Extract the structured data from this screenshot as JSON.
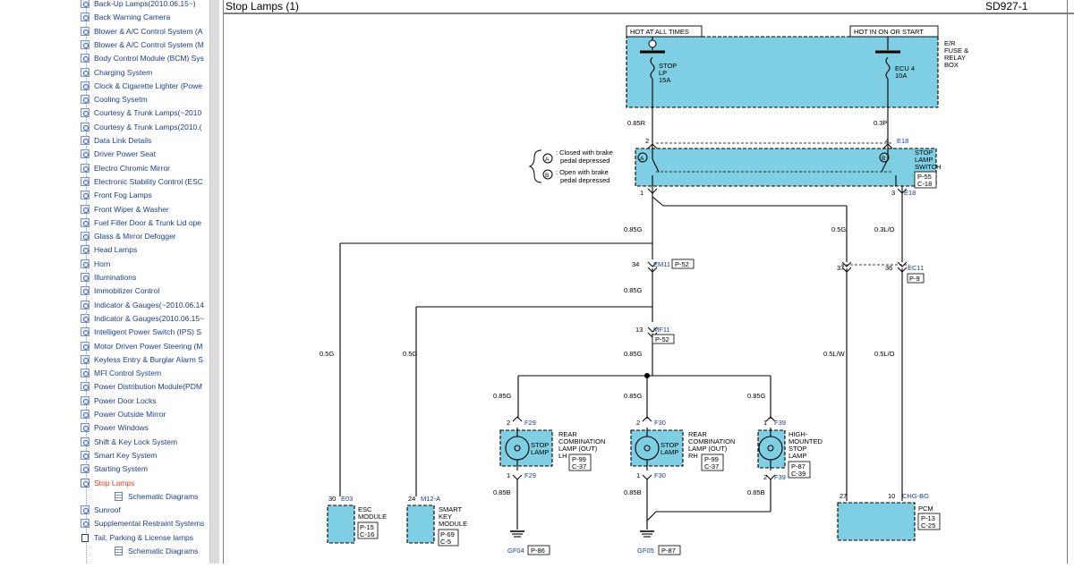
{
  "sidebar": {
    "items": [
      {
        "label": "Back-Up Lamps(2010.06.15~)"
      },
      {
        "label": "Back Warning Camera"
      },
      {
        "label": "Blower & A/C Control System (A"
      },
      {
        "label": "Blower & A/C Control System (M"
      },
      {
        "label": "Body Control Module (BCM) Sys"
      },
      {
        "label": "Charging System"
      },
      {
        "label": "Clock & Cigarette Lighter (Powe"
      },
      {
        "label": "Cooling Sysetm"
      },
      {
        "label": "Courtesy & Trunk Lamps(~2010"
      },
      {
        "label": "Courtesy & Trunk Lamps(2010.("
      },
      {
        "label": "Data Link Details"
      },
      {
        "label": "Driver Power Seat"
      },
      {
        "label": "Electro Chromic Mirror"
      },
      {
        "label": "Electronic Stability Control (ESC"
      },
      {
        "label": "Front Fog Lamps"
      },
      {
        "label": "Front Wiper & Washer"
      },
      {
        "label": "Fuel Filler Door & Trunk Lid ope"
      },
      {
        "label": "Glass & Mirror Defogger"
      },
      {
        "label": "Head Lamps"
      },
      {
        "label": "Horn"
      },
      {
        "label": "Illuminations"
      },
      {
        "label": "Immobilizer Control"
      },
      {
        "label": "Indicator & Gauges(~2010.06.14"
      },
      {
        "label": "Indicator & Gauges(2010.06.15~"
      },
      {
        "label": "Intelligent Power Switch (IPS) S"
      },
      {
        "label": "Motor Driven Power Steering (M"
      },
      {
        "label": "Keyless Entry & Burglar Alarm S"
      },
      {
        "label": "MFI Control System"
      },
      {
        "label": "Power Distribution Module(PDM"
      },
      {
        "label": "Power Door Locks"
      },
      {
        "label": "Power Outside Mirror"
      },
      {
        "label": "Power Windows"
      },
      {
        "label": "Shift & Key Lock System"
      },
      {
        "label": "Smart Key System"
      },
      {
        "label": "Starting System"
      },
      {
        "label": "Stop Lamps",
        "active": true
      },
      {
        "label": "Schematic Diagrams",
        "sub": true
      },
      {
        "label": "Sunroof"
      },
      {
        "label": "Supplemental Restraint Systems"
      },
      {
        "label": "Tail, Parking & License lamps",
        "open": true
      },
      {
        "label": "Schematic Diagrams",
        "sub": true
      }
    ]
  },
  "diagram": {
    "title": "Stop Lamps (1)",
    "code": "SD927-1",
    "fuse_box": {
      "hot_left": "HOT AT ALL TIMES",
      "hot_right": "HOT IN ON OR START",
      "name": [
        "E/R",
        "FUSE &",
        "RELAY",
        "BOX"
      ],
      "fuse_left": [
        "STOP",
        "LP",
        "15A"
      ],
      "fuse_right": [
        "ECU 4",
        "10A"
      ]
    },
    "switch": {
      "name": [
        "STOP",
        "LAMP",
        "SWITCH"
      ],
      "ref": [
        "P-55",
        "C-18"
      ],
      "legend_a": ": Closed with brake",
      "legend_a2": "pedal depressed",
      "legend_b": ": Open with brake",
      "legend_b2": "pedal depressed",
      "label_a": "A",
      "label_b": "B",
      "conn_top": "E18",
      "conn_bottom": "E18",
      "pin_tl": "2",
      "pin_tr": "4",
      "pin_bl": "1",
      "pin_br": "3"
    },
    "wires": {
      "w085r": "0.85R",
      "w03p": "0.3P",
      "w085g_a": "0.85G",
      "w05g_a": "0.5G",
      "w03lo": "0.3L/O",
      "w085g_b": "0.85G",
      "w05g_esc": "0.5G",
      "w05g_sk": "0.5G",
      "w085g_c": "0.85G",
      "w05lw": "0.5L/W",
      "w05lo": "0.5L/O",
      "w085g_lh": "0.85G",
      "w085g_rh": "0.85G",
      "w085g_hm": "0.85G",
      "w085b_lh": "0.85B",
      "w085b_rh": "0.85B",
      "w085b_hm": "0.85B"
    },
    "connectors": {
      "em11": "EM11",
      "em11_pin": "34",
      "em11_ref": "P-52",
      "mf11": "MF11",
      "mf11_pin": "13",
      "mf11_ref": "P-52",
      "ec11": "EC11",
      "ec11_pin_l": "37",
      "ec11_pin_r": "36",
      "ec11_ref": "P-9",
      "f29": "F29",
      "f29_top": "2",
      "f29_bot": "1",
      "f30": "F30",
      "f30_top": "2",
      "f30_bot": "1",
      "f39": "F39",
      "f39_top": "1",
      "f39_bot": "2",
      "e03": "E03",
      "e03_pin": "30",
      "m12a": "M12-A",
      "m12a_pin": "24",
      "chgbg": "CHG-BG",
      "chgbg_pin_l": "27",
      "chgbg_pin_r": "10"
    },
    "components": {
      "lamp_lh_text": [
        "STOP",
        "LAMP"
      ],
      "lamp_lh_name": [
        "REAR",
        "COMBINATION",
        "LAMP (OUT)",
        "LH"
      ],
      "lamp_lh_ref": [
        "P-99",
        "C-37"
      ],
      "lamp_rh_text": [
        "STOP",
        "LAMP"
      ],
      "lamp_rh_name": [
        "REAR",
        "COMBINATION",
        "LAMP (OUT)",
        "RH"
      ],
      "lamp_rh_ref": [
        "P-99",
        "C-37"
      ],
      "hm_name": [
        "HIGH-",
        "MOUNTED",
        "STOP",
        "LAMP"
      ],
      "hm_ref": [
        "P-87",
        "C-39"
      ],
      "esc_name": [
        "ESC",
        "MODULE"
      ],
      "esc_ref": [
        "P-15",
        "C-16"
      ],
      "sk_name": [
        "SMART",
        "KEY",
        "MODULE"
      ],
      "sk_ref": [
        "P-69",
        "C-5"
      ],
      "pcm_name": "PCM",
      "pcm_ref": [
        "P-13",
        "C-25"
      ],
      "gf04": "GF04",
      "gf04_ref": "P-86",
      "gf05": "GF05",
      "gf05_ref": "P-87"
    }
  }
}
